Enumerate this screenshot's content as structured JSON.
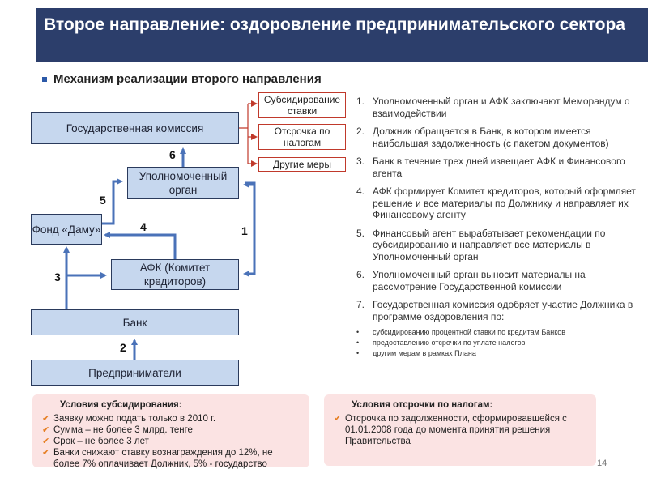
{
  "title": "Второе направление: оздоровление предпринимательского сектора",
  "subtitle": "Механизм реализации второго направления",
  "boxes": {
    "gov_commission": "Государственная комиссия",
    "authorized_body": "Уполномоченный орган",
    "fund": "Фонд «Даму»",
    "afk": "АФК (Комитет кредиторов)",
    "bank": "Банк",
    "entrepreneurs": "Предприниматели"
  },
  "measures": [
    "Субсидирование ставки",
    "Отсрочка по налогам",
    "Другие меры"
  ],
  "arrow_numbers": [
    "1",
    "2",
    "3",
    "4",
    "5",
    "6"
  ],
  "steps": [
    {
      "n": "1.",
      "text": "Уполномоченный орган и АФК заключают Меморандум о взаимодействии"
    },
    {
      "n": "2.",
      "text": "Должник обращается в Банк, в котором имеется наибольшая задолженность (с пакетом документов)"
    },
    {
      "n": "3.",
      "text": "Банк в течение трех дней извещает АФК и Финансового агента"
    },
    {
      "n": "4.",
      "text": "АФК формирует Комитет кредиторов, который оформляет решение и все материалы по Должнику и направляет их Финансовому агенту"
    },
    {
      "n": "5.",
      "text": "Финансовый агент вырабатывает рекомендации по субсидированию и направляет все материалы в Уполномоченный орган"
    },
    {
      "n": "6.",
      "text": "Уполномоченный орган выносит материалы на рассмотрение Государственной комиссии"
    },
    {
      "n": "7.",
      "text": "Государственная комиссия одобряет участие Должника в программе оздоровления по:"
    }
  ],
  "sub_items": [
    "субсидированию процентной ставки по кредитам Банков",
    "предоставлению отсрочки по уплате налогов",
    "другим мерам в рамках Плана"
  ],
  "subsidy_conditions": {
    "heading": "Условия субсидирования:",
    "items": [
      "Заявку можно подать только в 2010 г.",
      "Сумма – не более 3 млрд. тенге",
      "Срок – не более 3 лет",
      "Банки снижают ставку вознаграждения до 12%, не более 7% оплачивает Должник, 5% - государство"
    ]
  },
  "tax_conditions": {
    "heading": "Условия отсрочки по налогам:",
    "items": [
      "Отсрочка по задолженности, сформировавшейся с 01.01.2008 года до момента принятия решения Правительства"
    ]
  },
  "page_number": "14",
  "colors": {
    "title_bg": "#2c3e6b",
    "box_fill": "#c6d7ee",
    "arrow": "#4a72b8",
    "measure_border": "#c0392b",
    "condition_bg": "#fbe3e3",
    "check": "#e67e22"
  }
}
